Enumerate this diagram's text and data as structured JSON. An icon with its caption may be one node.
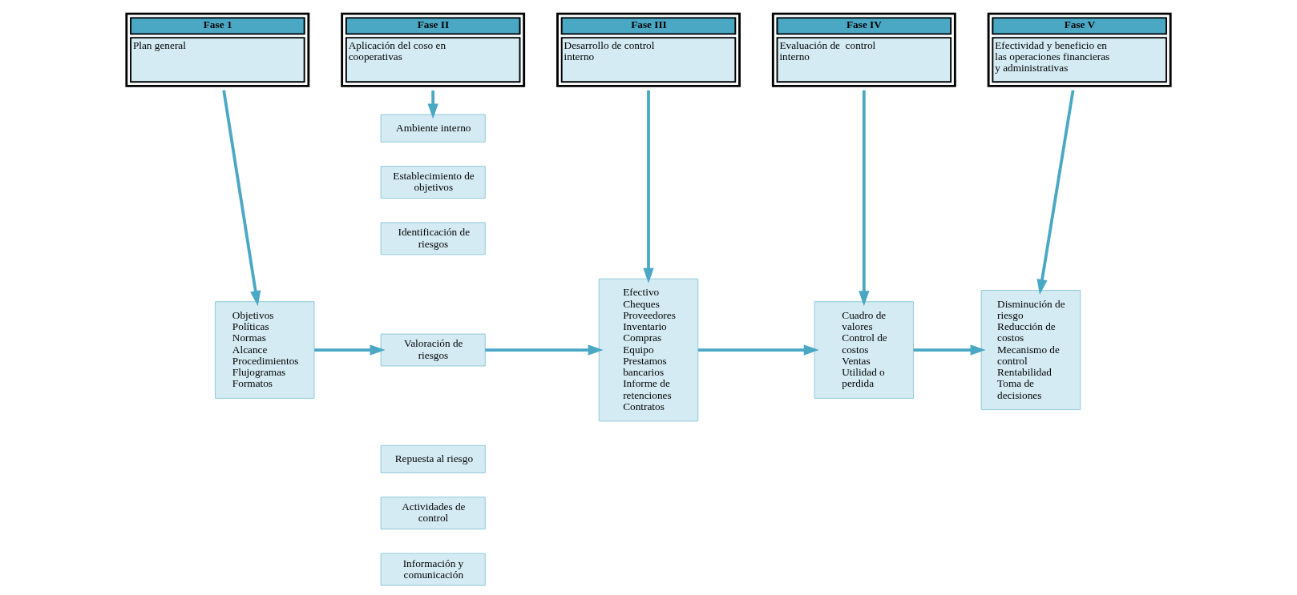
{
  "diagram": {
    "nodes": [
      {
        "text": [
          "Fase 1",
          "Plan general"
        ]
      },
      {
        "text": [
          "Fase II",
          "Aplicación del coso en cooperativas"
        ]
      },
      {
        "text": [
          "Fase III",
          "Desarrollo de control interno"
        ]
      },
      {
        "text": [
          "Fase IV",
          "Evaluación de  control interno"
        ]
      },
      {
        "text": [
          "Fase V",
          "Efectividad y beneficio en las operaciones financieras y administrativas"
        ]
      },
      {
        "text": [
          "Objetivos",
          "Políticas",
          "Normas",
          "Alcance",
          "Procedimientos",
          "Flujogramas",
          "Formatos"
        ]
      },
      {
        "text": [
          "Ambiente interno"
        ]
      },
      {
        "text": [
          "Establecimiento de objetivos"
        ]
      },
      {
        "text": [
          "Identificación de riesgos"
        ]
      },
      {
        "text": [
          "Valoración de riesgos"
        ]
      },
      {
        "text": [
          "Repuesta al riesgo"
        ]
      },
      {
        "text": [
          "Actividades de control"
        ]
      },
      {
        "text": [
          "Información y comunicación"
        ]
      },
      {
        "text": [
          "Efectivo",
          "Cheques",
          "Proveedores",
          "Inventario",
          "Compras",
          "Equipo",
          "Prestamos bancarios",
          "Informe de retenciones",
          "Contratos"
        ]
      },
      {
        "text": [
          "Cuadro de valores",
          "Control de costos",
          "Ventas",
          "Utilidad o perdida"
        ]
      },
      {
        "text": [
          "Disminución de riesgo",
          "Reducción de costos",
          "Mecanismo de control",
          "Rentabilidad",
          "Toma de decisiones"
        ]
      }
    ],
    "edges": [
      {
        "from": 0,
        "to": 5,
        "arrow": "to"
      },
      {
        "from": 1,
        "to": 6,
        "arrow": "to"
      },
      {
        "from": 2,
        "to": 13,
        "arrow": "to"
      },
      {
        "from": 3,
        "to": 14,
        "arrow": "to"
      },
      {
        "from": 4,
        "to": 15,
        "arrow": "to"
      },
      {
        "from": 5,
        "to": 9,
        "arrow": "to"
      },
      {
        "from": 9,
        "to": 13,
        "arrow": "to"
      },
      {
        "from": 13,
        "to": 14,
        "arrow": "to"
      },
      {
        "from": 14,
        "to": 15,
        "arrow": "to"
      }
    ]
  }
}
